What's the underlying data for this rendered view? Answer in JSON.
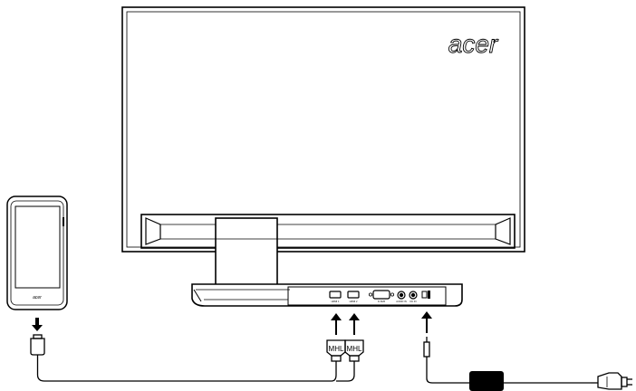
{
  "monitor": {
    "brand": "acer"
  },
  "phone": {
    "brand": "acer"
  },
  "base": {
    "port_labels": [
      "HDMI 1",
      "HDMI 2",
      "D-SUB",
      "AUDIO IN",
      "DC IN"
    ]
  },
  "connectors": {
    "mhl_left": "MHL",
    "mhl_right": "MHL"
  },
  "colors": {
    "line": "#000000",
    "background": "#ffffff",
    "adapter": "#000000"
  },
  "icons": [
    "down-arrow-icon",
    "up-arrow-icon",
    "lock-slot-icon",
    "power-plug-icon"
  ]
}
